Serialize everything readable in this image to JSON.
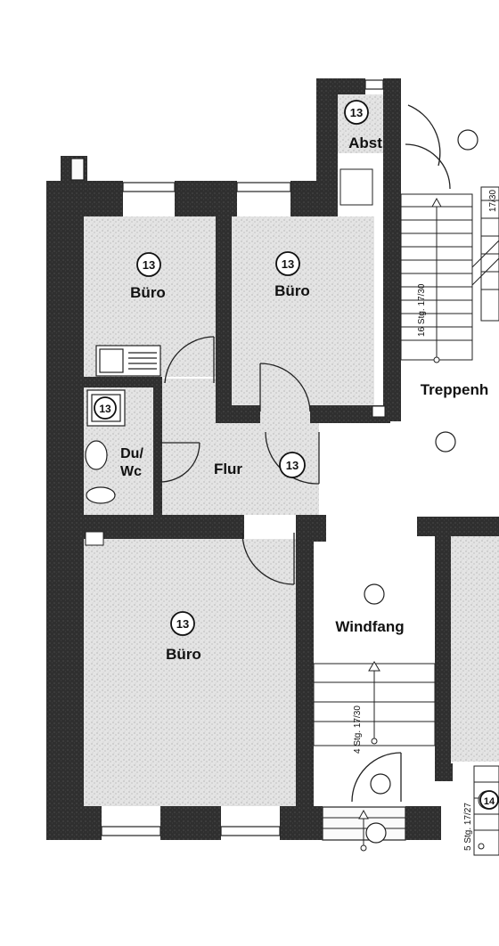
{
  "rooms": {
    "abst": {
      "number": "13",
      "label": "Abst"
    },
    "buero_top_left": {
      "number": "13",
      "label": "Büro"
    },
    "buero_top_right": {
      "number": "13",
      "label": "Büro"
    },
    "wc": {
      "number": "13",
      "label_line1": "Du/",
      "label_line2": "Wc"
    },
    "flur": {
      "number": "13",
      "label": "Flur"
    },
    "buero_bottom": {
      "number": "13",
      "label": "Büro"
    },
    "windfang": {
      "label": "Windfang"
    },
    "treppenhaus": {
      "label": "Treppenh"
    },
    "bottom_right": {
      "number": "14"
    }
  },
  "stairs": {
    "main": {
      "label": "16 Stg. 17/30"
    },
    "main_top": {
      "label": "17/30"
    },
    "windfang": {
      "label": "4 Stg. 17/30"
    },
    "entrance": {
      "label": "5 Stg. 17/27"
    }
  },
  "colors": {
    "wall": "#2a2a2a",
    "floor": "#dcdcdc",
    "line": "#222222",
    "background": "#ffffff"
  }
}
